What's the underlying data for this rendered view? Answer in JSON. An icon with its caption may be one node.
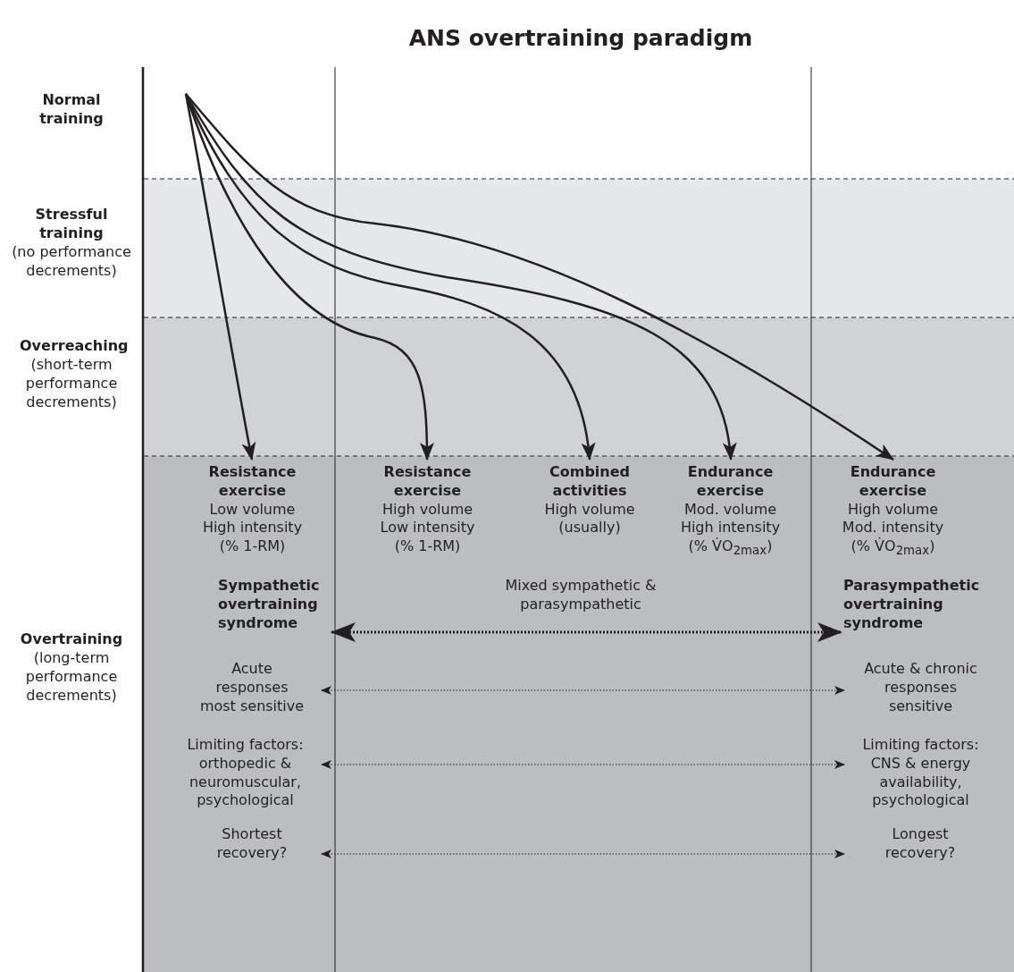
{
  "diagram": {
    "title": "ANS overtraining paradigm",
    "nodes": [
      {
        "text": [
          "Resistance exercise",
          "Low volume High intensity (% 1-RM)"
        ]
      },
      {
        "text": [
          "Resistance exercise",
          "High volume Low intensity (% 1-RM)"
        ]
      },
      {
        "text": [
          "Combined activities",
          "High volume (usually)"
        ]
      },
      {
        "text": [
          "Endurance exercise",
          "Mod. volume High intensity (% V̇O$_{2max}$)"
        ]
      },
      {
        "text": [
          "Endurance exercise",
          "High volume Mod. intensity (% V̇O$_{2max}$)"
        ]
      },
      {
        "text": [
          "Sympathetic overtraining syndrome"
        ]
      },
      {
        "text": [
          "Parasympathetic overtraining syndrome"
        ]
      },
      {
        "text": [
          "Acute responses most sensitive"
        ]
      },
      {
        "text": [
          "Acute & chronic responses sensitive"
        ]
      },
      {
        "text": [
          "Limiting factors: orthopedic & neuromuscular, psychological"
        ]
      },
      {
        "text": [
          "Limiting factors: CNS & energy availability, psychological"
        ]
      },
      {
        "text": [
          "Shortest recovery?"
        ]
      },
      {
        "text": [
          "Longest recovery?"
        ]
      }
    ],
    "edges": [
      {
        "from": null,
        "to": 0,
        "arrow": "to"
      },
      {
        "from": null,
        "to": 1,
        "arrow": "to"
      },
      {
        "from": null,
        "to": 2,
        "arrow": "to"
      },
      {
        "from": null,
        "to": 3,
        "arrow": "to"
      },
      {
        "from": null,
        "to": 4,
        "arrow": "to"
      },
      {
        "from": 5,
        "to": 6,
        "arrow": "both",
        "style": "dashed",
        "label": "Mixed sympathetic & parasympathetic"
      },
      {
        "from": 7,
        "to": 8,
        "arrow": "both",
        "style": "dashed"
      },
      {
        "from": 9,
        "to": 10,
        "arrow": "both",
        "style": "dashed"
      },
      {
        "from": 11,
        "to": 12,
        "arrow": "both",
        "style": "dashed"
      }
    ],
    "labels": [
      "Normal training",
      "Stressful training",
      "(no performance decrements)",
      "Overreaching",
      "(short-term performance decrements)",
      "Overtraining",
      "(long-term performance decrements)"
    ]
  }
}
